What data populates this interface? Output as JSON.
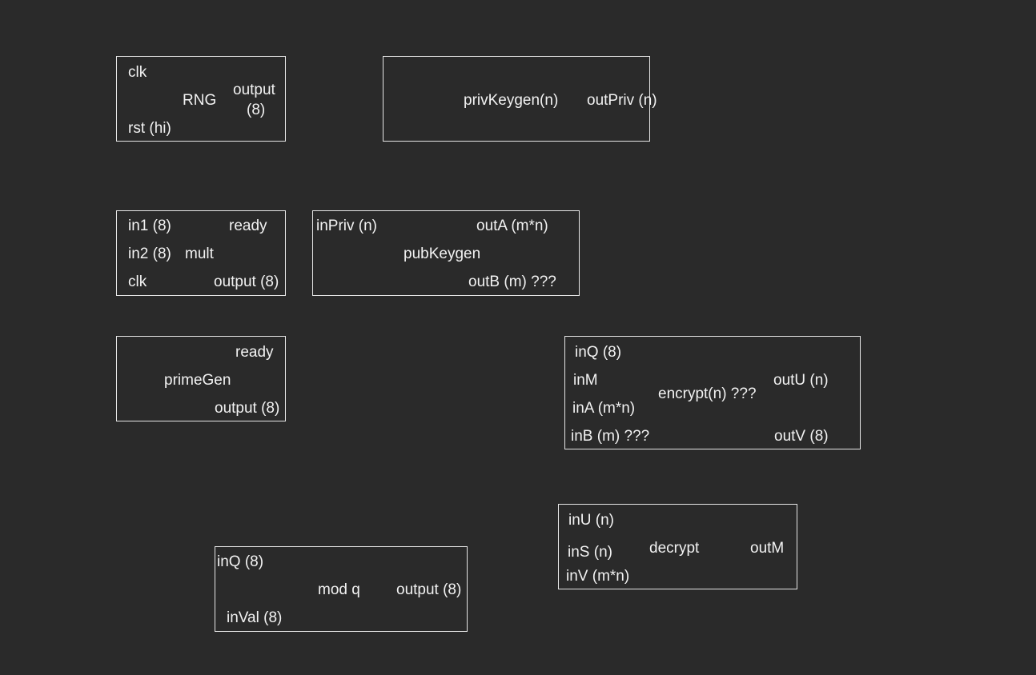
{
  "colors": {
    "background": "#2a2a2a",
    "block_border": "#e6e6e6",
    "text": "#f2f2f2"
  },
  "blocks": {
    "rng": {
      "title": "RNG",
      "clk": "clk",
      "rst": "rst (hi)",
      "output_1": "output",
      "output_2": "(8)"
    },
    "priv_keygen": {
      "title": "privKeygen(n)",
      "out_priv": "outPriv (n)"
    },
    "mult": {
      "title": "mult",
      "in1": "in1 (8)",
      "in2": "in2 (8)",
      "clk": "clk",
      "ready": "ready",
      "output": "output (8)"
    },
    "pub_keygen": {
      "title": "pubKeygen",
      "in_priv": "inPriv (n)",
      "out_a": "outA (m*n)",
      "out_b": "outB (m) ???"
    },
    "prime_gen": {
      "title": "primeGen",
      "ready": "ready",
      "output": "output (8)"
    },
    "encrypt": {
      "title": "encrypt(n) ???",
      "in_q": "inQ (8)",
      "in_m": "inM",
      "in_a": "inA (m*n)",
      "in_b": "inB (m) ???",
      "out_u": "outU (n)",
      "out_v": "outV (8)"
    },
    "decrypt": {
      "title": "decrypt",
      "in_u": "inU (n)",
      "in_s": "inS (n)",
      "in_v": "inV (m*n)",
      "out_m": "outM"
    },
    "mod_q": {
      "title": "mod q",
      "in_q": "inQ (8)",
      "in_val": "inVal (8)",
      "output": "output (8)"
    }
  }
}
